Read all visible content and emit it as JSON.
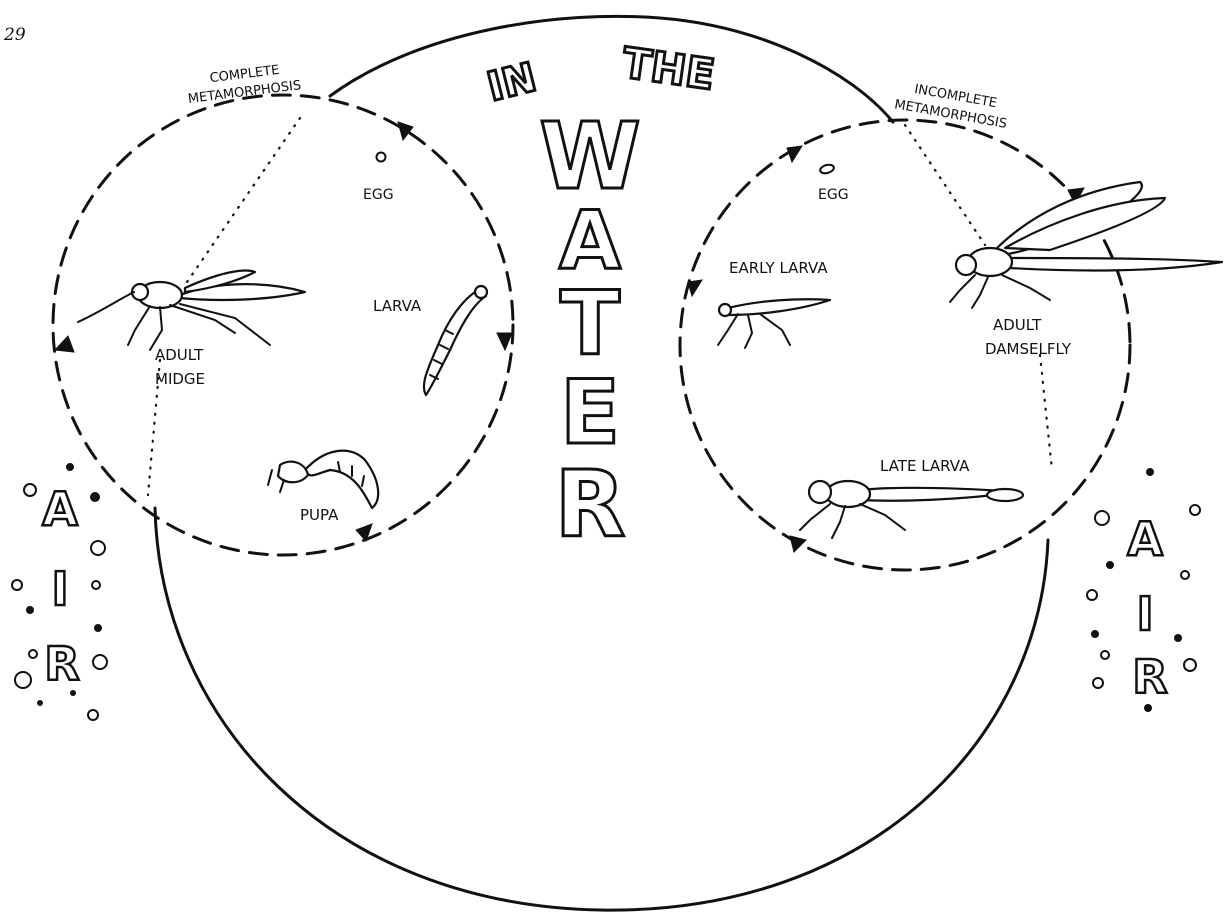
{
  "page_number": "29",
  "title_top": [
    "IN",
    "THE"
  ],
  "title_vertical": [
    "W",
    "A",
    "T",
    "E",
    "R"
  ],
  "air_left": [
    "A",
    "I",
    "R"
  ],
  "air_right": [
    "A",
    "I",
    "R"
  ],
  "left_cycle": {
    "heading": [
      "COMPLETE",
      "METAMORPHOSIS"
    ],
    "stages": {
      "egg": "EGG",
      "larva": "LARVA",
      "pupa": "PUPA",
      "adult": [
        "ADULT",
        "MIDGE"
      ]
    }
  },
  "right_cycle": {
    "heading": [
      "INCOMPLETE",
      "METAMORPHOSIS"
    ],
    "stages": {
      "egg": "EGG",
      "early_larva": "EARLY LARVA",
      "late_larva": "LATE LARVA",
      "adult": [
        "ADULT",
        "DAMSELFLY"
      ]
    }
  }
}
